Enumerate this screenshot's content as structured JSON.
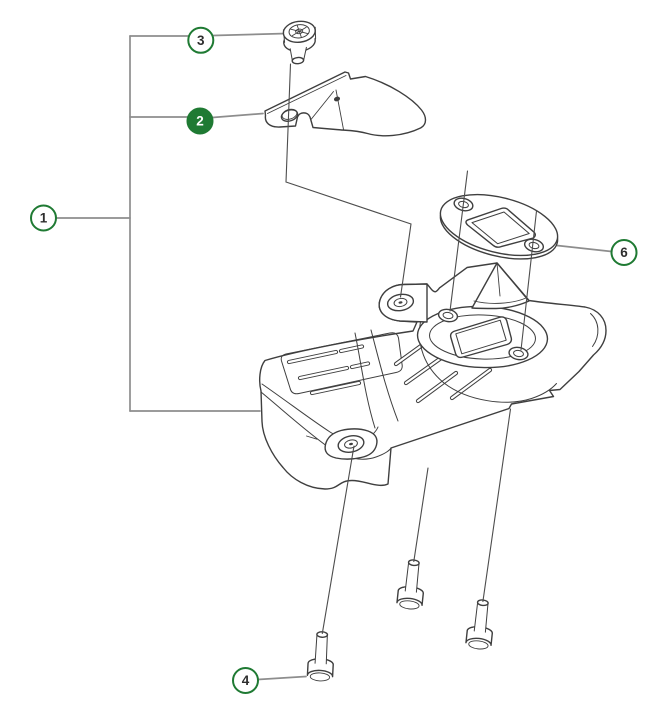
{
  "diagram": {
    "callouts": [
      {
        "label": "1",
        "style": "outline",
        "part": "muffler-assembly"
      },
      {
        "label": "2",
        "style": "filled",
        "part": "deflector-plate"
      },
      {
        "label": "3",
        "style": "outline",
        "part": "deflector-screw"
      },
      {
        "label": "4",
        "style": "outline",
        "part": "muffler-bolt"
      },
      {
        "label": "6",
        "style": "outline",
        "part": "exhaust-gasket"
      }
    ],
    "colors": {
      "accent_green": "#1f7a33",
      "leader_gray": "#8d8d8d",
      "line_ink": "#3f3f3f",
      "background": "#ffffff"
    }
  }
}
